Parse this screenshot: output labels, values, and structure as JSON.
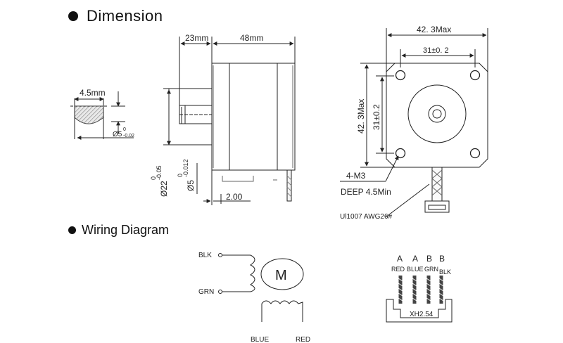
{
  "sections": {
    "dimension": "Dimension",
    "wiring": "Wiring Diagram"
  },
  "shaft_detail": {
    "flat_width": "4.5mm",
    "shaft_dia": "Ø5",
    "shaft_tol_top": "0",
    "shaft_tol_bottom": "-0.02"
  },
  "side_view": {
    "shaft_length": "23mm",
    "body_length": "48mm",
    "boss_dia": "Ø22",
    "boss_tol_top": "0",
    "boss_tol_bottom": "-0.05",
    "shaft_dia": "Ø5",
    "shaft_tol_top": "0",
    "shaft_tol_bottom": "-0.012",
    "boss_height": "2.00"
  },
  "front_view": {
    "width_max": "42. 3Max",
    "hole_spacing_h": "31±0. 2",
    "height_max": "42. 3Max",
    "hole_spacing_v": "31±0.2",
    "thread": "4-M3",
    "depth": "DEEP 4.5Min",
    "cable": "Ul1007  AWG26#"
  },
  "wiring": {
    "blk": "BLK",
    "grn": "GRN",
    "motor": "M",
    "blue": "BLUE",
    "red": "RED"
  },
  "connector": {
    "phases": [
      "A",
      "A",
      "B",
      "B"
    ],
    "colors": [
      "RED",
      "BLUE",
      "GRN",
      "BLK"
    ],
    "model": "XH2.54"
  }
}
